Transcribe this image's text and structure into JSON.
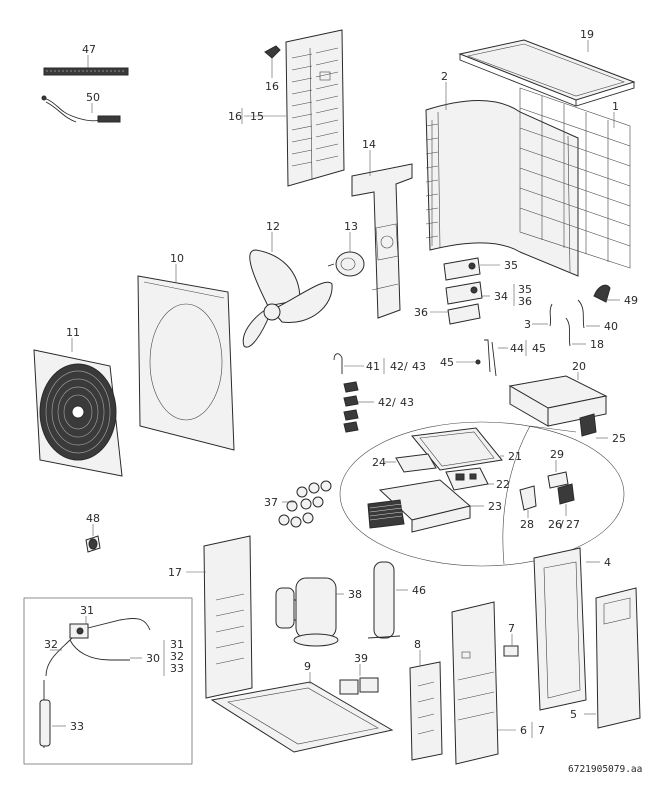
{
  "document_number": "6721905079.aa",
  "callouts": {
    "p1": "1",
    "p2": "2",
    "p3": "3",
    "p4": "4",
    "p5": "5",
    "p6": "6",
    "p7": "7",
    "p7b": "7",
    "p8": "8",
    "p9": "9",
    "p10": "10",
    "p11": "11",
    "p12": "12",
    "p13": "13",
    "p14": "14",
    "p15": "15",
    "p16a": "16",
    "p16b": "16",
    "p17": "17",
    "p18": "18",
    "p19": "19",
    "p20": "20",
    "p21": "21",
    "p22": "22",
    "p23": "23",
    "p24": "24",
    "p25": "25",
    "p26": "26",
    "p27": "27",
    "p28": "28",
    "p29": "29",
    "p30": "30",
    "p31a": "31",
    "p31b": "31",
    "p32a": "32",
    "p32b": "32",
    "p33a": "33",
    "p33b": "33",
    "p34": "34",
    "p35a": "35",
    "p35b": "35",
    "p36a": "36",
    "p36b": "36",
    "p37": "37",
    "p38": "38",
    "p39": "39",
    "p40": "40",
    "p41": "41",
    "p42a": "42",
    "p42b": "42",
    "p43a": "43",
    "p43b": "43",
    "p44": "44",
    "p45a": "45",
    "p45b": "45",
    "p46": "46",
    "p47": "47",
    "p48": "48",
    "p49": "49",
    "p50": "50"
  },
  "separators": {
    "slash": "/"
  }
}
